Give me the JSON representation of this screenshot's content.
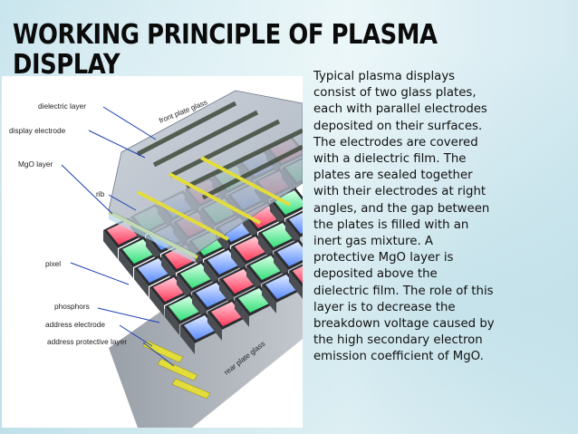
{
  "slide": {
    "title_line1": "WORKING PRINCIPLE OF PLASMA DISPLAY",
    "title_line2": "PANELS:",
    "body": "Typical plasma displays consist of two glass plates, each with parallel electrodes deposited on their surfaces. The electrodes are covered with a dielectric film. The plates are sealed together with their electrodes at right angles, and the gap between the plates is filled with an inert gas mixture. A protective MgO layer is deposited above the dielectric film. The role of this layer is to decrease the breakdown voltage caused by the high secondary electron emission coefficient of MgO."
  },
  "diagram": {
    "labels": {
      "dielectric_layer": "dielectric layer",
      "display_electrode": "display electrode",
      "mgo_layer": "MgO layer",
      "rib": "rib",
      "pixel": "pixel",
      "phosphors": "phosphors",
      "address_electrode": "address electrode",
      "address_protective_layer": "address protective layer",
      "front_plate_glass": "front plate glass",
      "rear_plate_glass": "rear plate glass"
    },
    "colors": {
      "label_line": "#1a3fb5",
      "electrode": "#e3dd3c",
      "phosphor_red": "#ff3b5c",
      "phosphor_green": "#35e07a",
      "phosphor_blue": "#5a8cff",
      "background": "#ffffff"
    }
  }
}
